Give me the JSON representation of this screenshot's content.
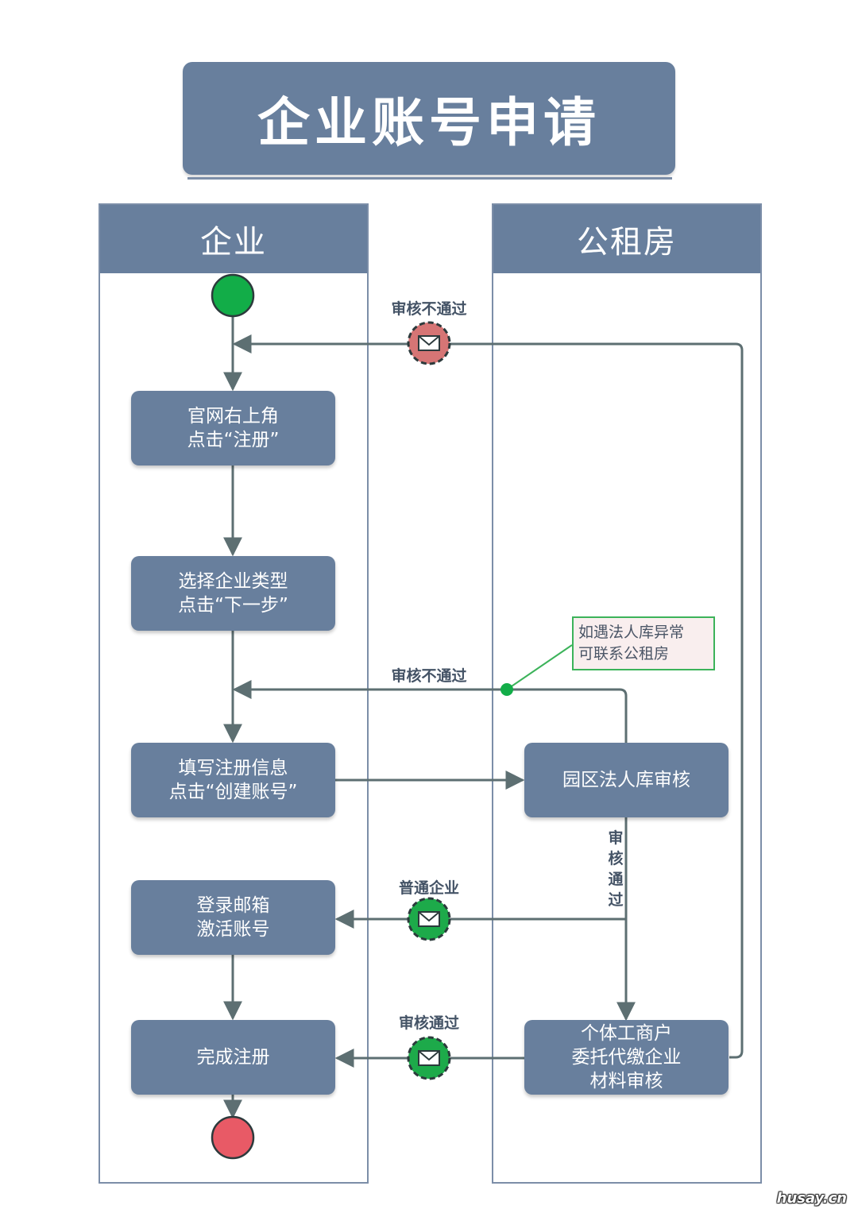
{
  "title": "企业账号申请",
  "lanes": {
    "left": "企业",
    "right": "公租房"
  },
  "steps": {
    "register": "官网右上角\n点击“注册”",
    "select_type": "选择企业类型\n点击“下一步”",
    "fill_info": "填写注册信息\n点击“创建账号”",
    "activate": "登录邮箱\n激活账号",
    "complete": "完成注册",
    "park_review": "园区法人库审核",
    "individual_review": "个体工商户\n委托代缴企业\n材料审核"
  },
  "labels": {
    "reject_top": "审核不通过",
    "reject_mid": "审核不通过",
    "approved_vertical": "审核通过",
    "normal_enterprise": "普通企业",
    "approved_bottom": "审核通过"
  },
  "note": "如遇法人库异常\n可联系公租房",
  "watermark": "husay.cn",
  "colors": {
    "box": "#687f9d",
    "line": "#5d6f72",
    "start": "#12ad48",
    "end": "#e85a66",
    "mail_reject": "#d67575",
    "mail_ok": "#1daa4a",
    "note_border": "#3cb35a"
  },
  "icons": [
    "envelope-icon"
  ]
}
